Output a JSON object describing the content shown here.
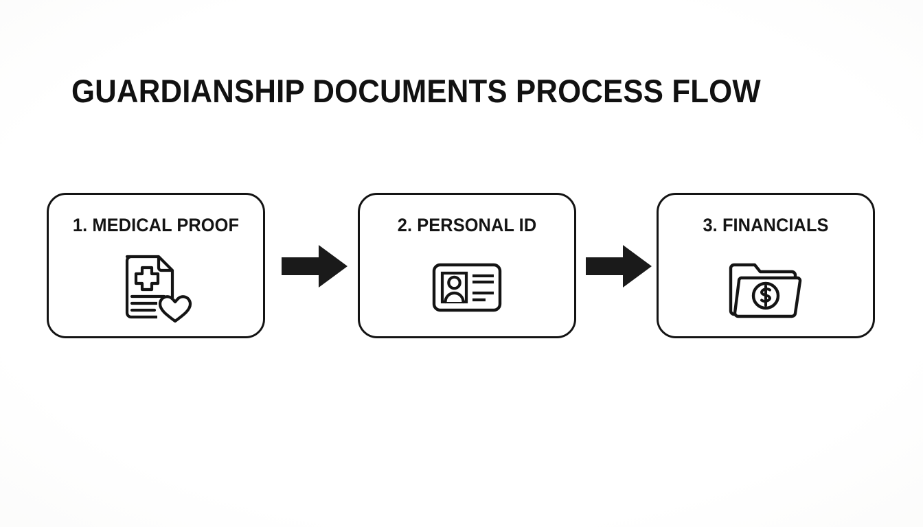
{
  "title": "GUARDIANSHIP DOCUMENTS PROCESS FLOW",
  "colors": {
    "background": "#ffffff",
    "stroke": "#141414",
    "text": "#111111",
    "arrow_fill": "#1a1a1a"
  },
  "flow": {
    "steps": [
      {
        "label": "1. MEDICAL PROOF",
        "number": "1",
        "name": "MEDICAL PROOF",
        "icon": "medical-document-heart-icon"
      },
      {
        "label": "2. PERSONAL ID",
        "number": "2",
        "name": "PERSONAL ID",
        "icon": "id-card-icon"
      },
      {
        "label": "3. FINANCIALS",
        "number": "3",
        "name": "FINANCIALS",
        "icon": "folder-dollar-icon"
      }
    ],
    "connectors": [
      {
        "icon": "arrow-right-icon",
        "from": "1. MEDICAL PROOF",
        "to": "2. PERSONAL ID"
      },
      {
        "icon": "arrow-right-icon",
        "from": "2. PERSONAL ID",
        "to": "3. FINANCIALS"
      }
    ]
  }
}
